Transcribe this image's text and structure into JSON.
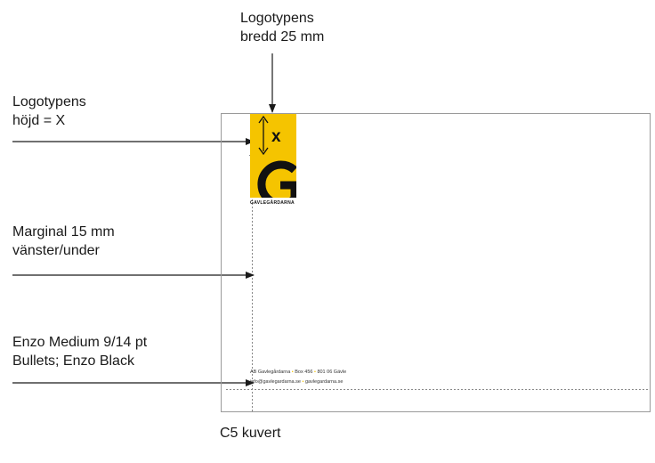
{
  "labels": {
    "logo_width": [
      "Logotypens",
      "bredd 25 mm"
    ],
    "logo_height": [
      "Logotypens",
      "höjd = X"
    ],
    "margin": [
      "Marginal 15 mm",
      "vänster/under"
    ],
    "font": [
      "Enzo Medium 9/14 pt",
      "Bullets; Enzo Black"
    ]
  },
  "logo": {
    "x_mark": "x",
    "name": "GAVLEGÅRDARNA",
    "color": "#f5c400"
  },
  "address": {
    "line1_parts": [
      "AB Gavlegårdarna",
      "Box 456",
      "801 06 Gävle"
    ],
    "line2_parts": [
      "info@gavlegardarna.se",
      "gavlegardarna.se"
    ]
  },
  "caption": "C5 kuvert"
}
